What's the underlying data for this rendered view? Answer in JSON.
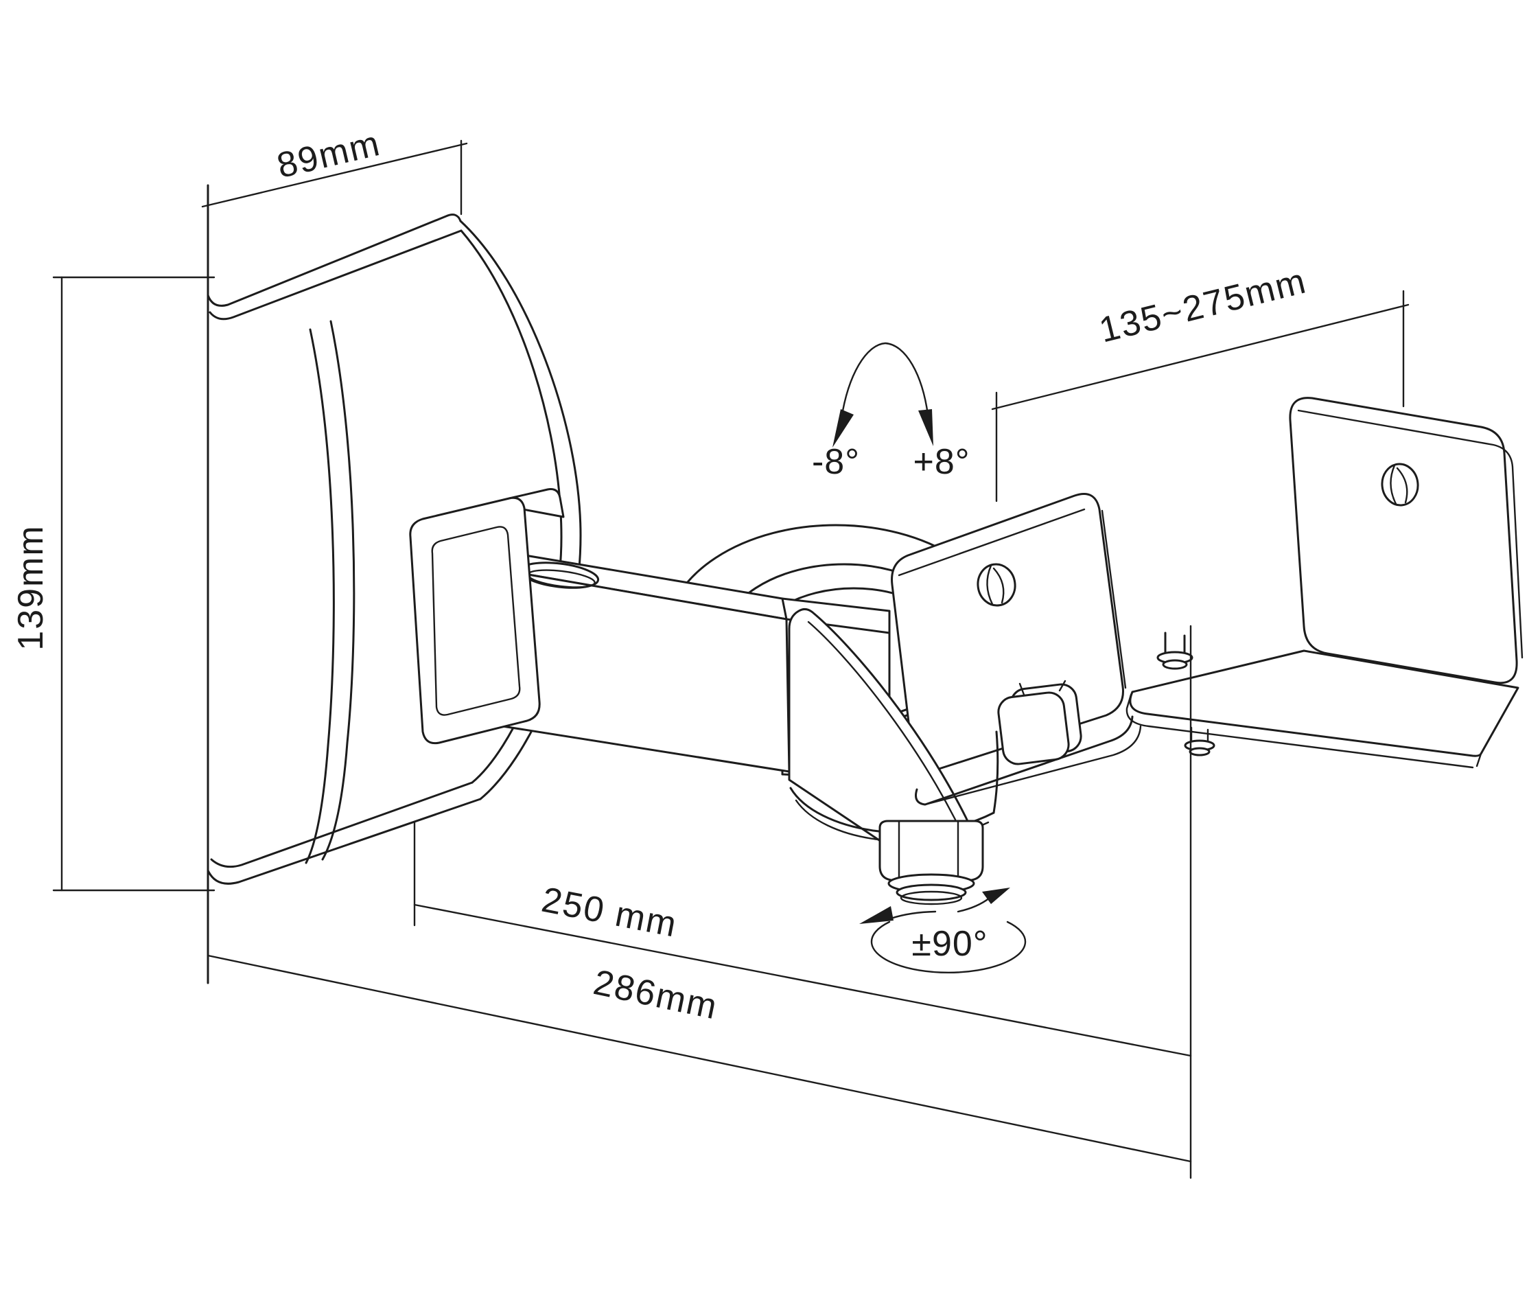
{
  "page": {
    "kind": "technical line drawing of a tilting & swiveling speaker wall mount",
    "background_color": "#ffffff",
    "line_color": "#1c1c1c"
  },
  "labels": {
    "plate_width": "89mm",
    "plate_height": "139mm",
    "bracket_range": "135~275mm",
    "tilt_negative": "-8°",
    "tilt_positive": "+8°",
    "swivel_range": "±90°",
    "arm_length": "250 mm",
    "total_depth": "286mm"
  }
}
